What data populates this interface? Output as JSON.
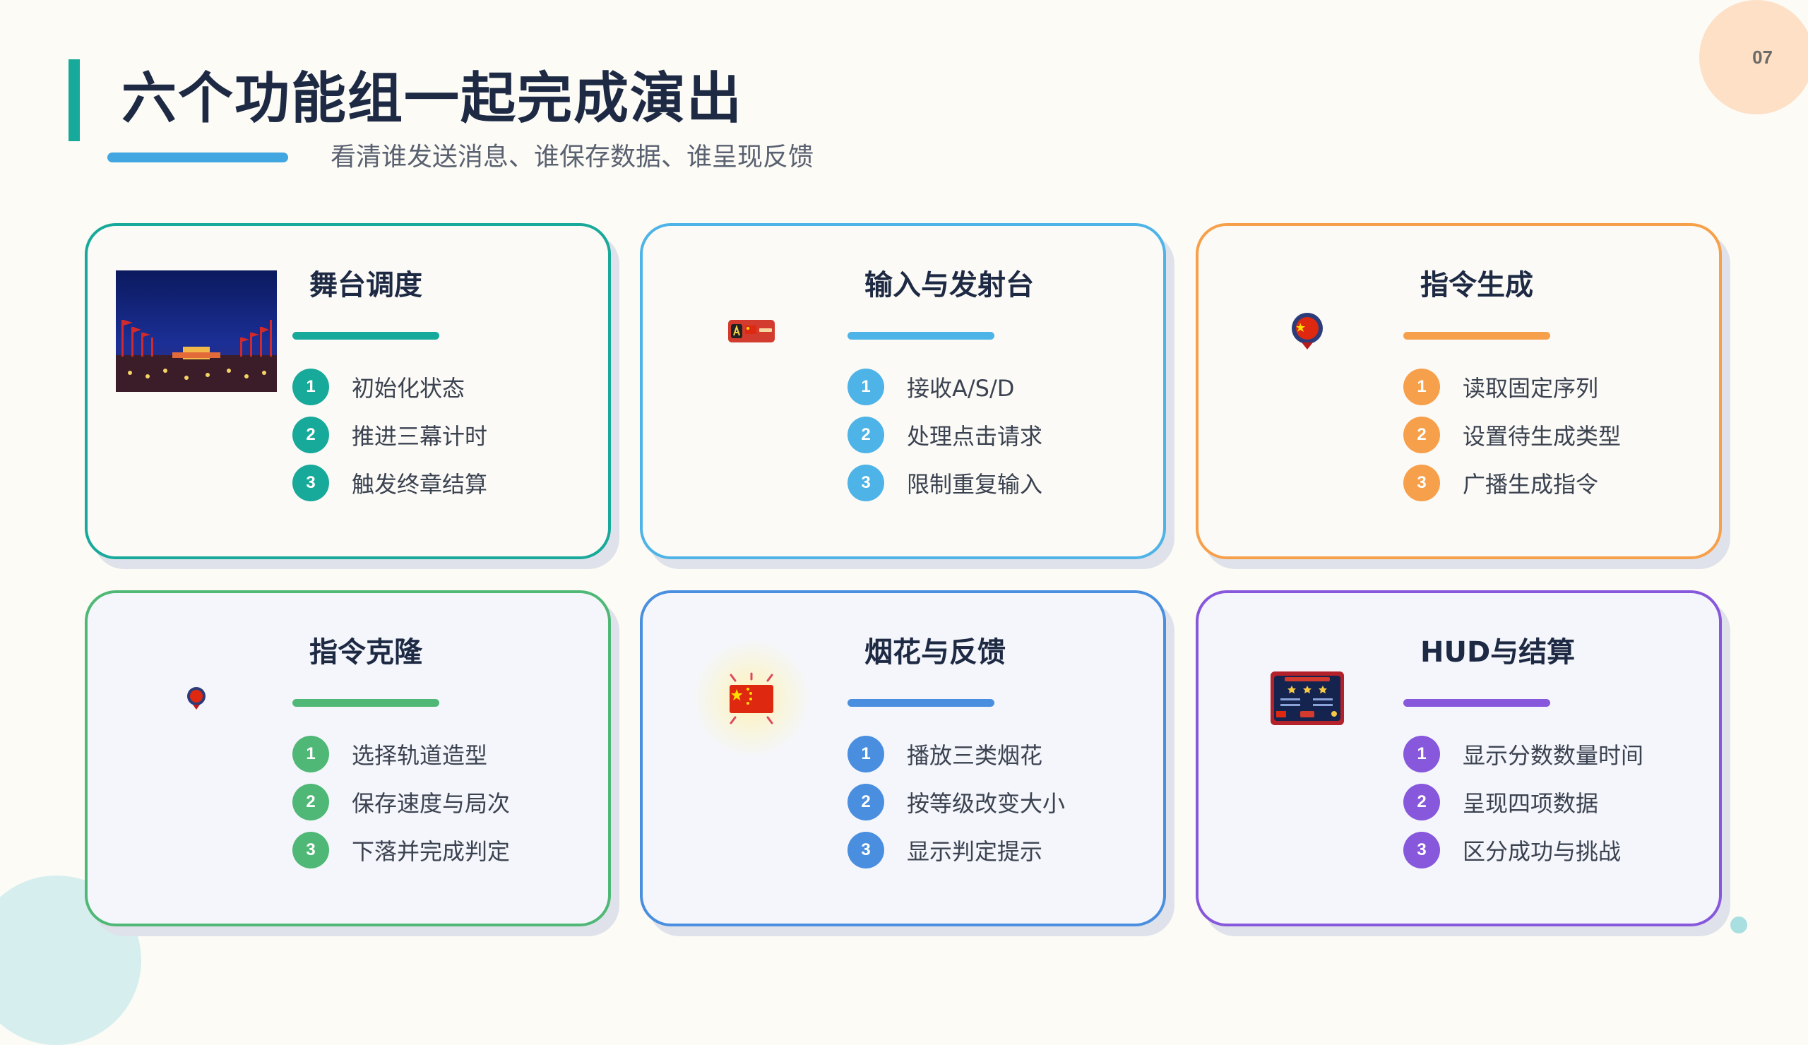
{
  "page": {
    "number": "07"
  },
  "header": {
    "title": "六个功能组一起完成演出",
    "subtitle": "看清谁发送消息、谁保存数据、谁呈现反馈"
  },
  "colors": {
    "background": "#fcfbf6",
    "title": "#1e2a44",
    "teal": "#17a99a",
    "blue": "#4eb3e6",
    "orange": "#f7a04b",
    "green": "#50b876",
    "blue2": "#4a8fdf",
    "purple": "#8757dc"
  },
  "cards": [
    {
      "title": "舞台调度",
      "accent": "teal",
      "icon": "night-stage-photo",
      "items": [
        "初始化状态",
        "推进三幕计时",
        "触发终章结算"
      ]
    },
    {
      "title": "输入与发射台",
      "accent": "blue",
      "icon": "launch-pad-key-icon",
      "items": [
        "接收A/S/D",
        "处理点击请求",
        "限制重复输入"
      ]
    },
    {
      "title": "指令生成",
      "accent": "orange",
      "icon": "flag-balloon-icon",
      "items": [
        "读取固定序列",
        "设置待生成类型",
        "广播生成指令"
      ]
    },
    {
      "title": "指令克隆",
      "accent": "green",
      "icon": "small-balloon-icon",
      "items": [
        "选择轨道造型",
        "保存速度与局次",
        "下落并完成判定"
      ]
    },
    {
      "title": "烟花与反馈",
      "accent": "blue2",
      "icon": "flag-firework-icon",
      "items": [
        "播放三类烟花",
        "按等级改变大小",
        "显示判定提示"
      ]
    },
    {
      "title": "HUD与结算",
      "accent": "purple",
      "icon": "hud-panel-icon",
      "items": [
        "显示分数数量时间",
        "呈现四项数据",
        "区分成功与挑战"
      ]
    }
  ]
}
